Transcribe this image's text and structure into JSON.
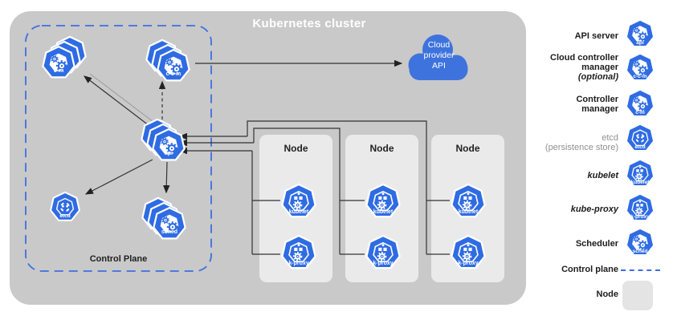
{
  "title": "Kubernetes cluster",
  "control_plane_label": "Control Plane",
  "cloud": {
    "lines": [
      "Cloud",
      "provider",
      "API"
    ]
  },
  "nodes": [
    {
      "label": "Node"
    },
    {
      "label": "Node"
    },
    {
      "label": "Node"
    }
  ],
  "icon_labels": {
    "api": "api",
    "ccm": "c-c-m",
    "cm": "c-m",
    "etcd": "etcd",
    "sched": "sched",
    "kubelet": "kubelet",
    "kproxy": "k-proxy"
  },
  "legend": {
    "rows": [
      {
        "lines": [
          "API server"
        ]
      },
      {
        "lines": [
          "Cloud controller",
          "manager",
          "(optional)"
        ]
      },
      {
        "lines": [
          "Controller",
          "manager"
        ]
      },
      {
        "lines": [
          "etcd",
          "(persistence store)"
        ]
      },
      {
        "lines": [
          "kubelet"
        ]
      },
      {
        "lines": [
          "kube-proxy"
        ]
      },
      {
        "lines": [
          "Scheduler"
        ]
      }
    ],
    "control_plane": "Control plane",
    "node": "Node"
  },
  "colors": {
    "k8s_blue": "#2f6ce3",
    "cluster_bg": "#c9c9c9",
    "node_bg": "#eaeaea",
    "dash_blue": "#3d6fe0",
    "wire": "#333333",
    "cloud_blue": "#3e73de"
  }
}
